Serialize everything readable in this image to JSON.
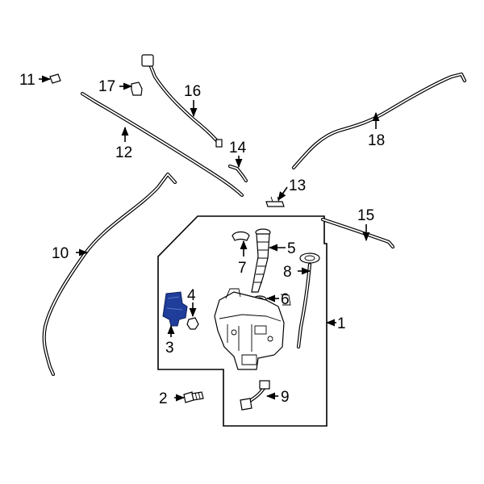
{
  "diagram": {
    "accent_color": "#1f3d9b",
    "callouts": [
      {
        "id": "c1",
        "label": "1"
      },
      {
        "id": "c2",
        "label": "2"
      },
      {
        "id": "c3",
        "label": "3"
      },
      {
        "id": "c4",
        "label": "4"
      },
      {
        "id": "c5",
        "label": "5"
      },
      {
        "id": "c6",
        "label": "6"
      },
      {
        "id": "c7",
        "label": "7"
      },
      {
        "id": "c8",
        "label": "8"
      },
      {
        "id": "c9",
        "label": "9"
      },
      {
        "id": "c10",
        "label": "10"
      },
      {
        "id": "c11",
        "label": "11"
      },
      {
        "id": "c12",
        "label": "12"
      },
      {
        "id": "c13",
        "label": "13"
      },
      {
        "id": "c14",
        "label": "14"
      },
      {
        "id": "c15",
        "label": "15"
      },
      {
        "id": "c16",
        "label": "16"
      },
      {
        "id": "c17",
        "label": "17"
      },
      {
        "id": "c18",
        "label": "18"
      }
    ]
  }
}
